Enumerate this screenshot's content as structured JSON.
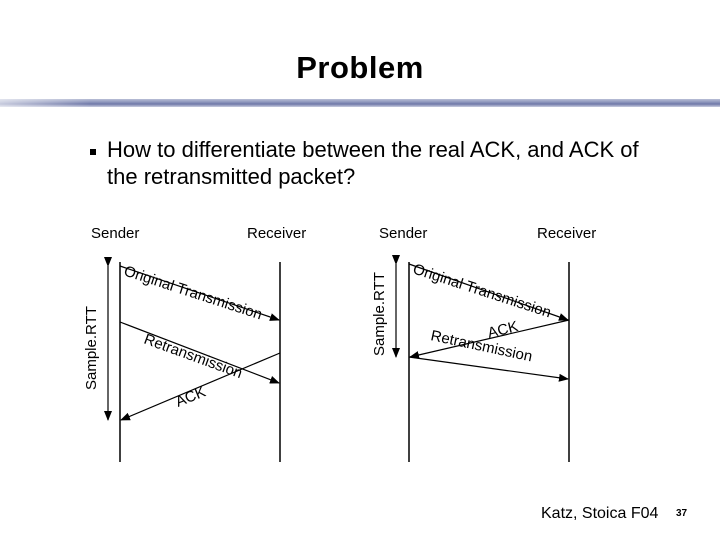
{
  "slide": {
    "title": "Problem",
    "bullet": "How to differentiate between the real ACK, and ACK of the retransmitted packet?",
    "credit": "Katz, Stoica F04",
    "page_number": "37"
  },
  "diagrams": [
    {
      "sender_label": "Sender",
      "receiver_label": "Receiver",
      "sample_rtt_label": "Sample.RTT",
      "original_label": "Original Transmission",
      "retransmission_label": "Retransmission",
      "ack_label": "ACK"
    },
    {
      "sender_label": "Sender",
      "receiver_label": "Receiver",
      "sample_rtt_label": "Sample.RTT",
      "original_label": "Original Transmission",
      "retransmission_label": "Retransmission",
      "ack_label": "ACK"
    }
  ]
}
